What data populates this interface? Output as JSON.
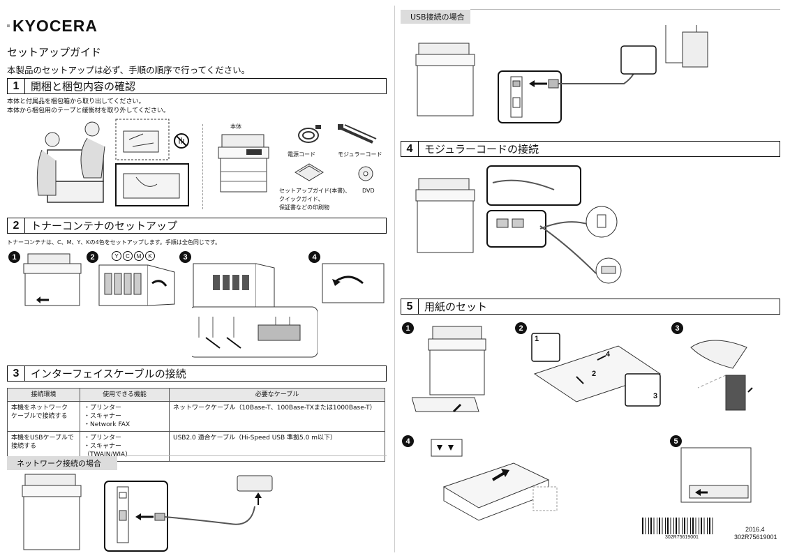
{
  "brand": {
    "name": "KYOCERA"
  },
  "header": {
    "title": "セットアップガイド",
    "intro": "本製品のセットアップは必ず、手順の順序で行ってください。"
  },
  "sections": {
    "s1": {
      "num": "1",
      "title": "開梱と梱包内容の確認",
      "lines": [
        "本体と付属品を梱包箱から取り出してください。",
        "本体から梱包用のテープと緩衝材を取り外してください。"
      ],
      "items": {
        "body": "本体",
        "power_cord": "電源コード",
        "modular_cord": "モジュラーコード",
        "docs": [
          "セットアップガイド(本書)、",
          "クイックガイド、",
          "保証書などの印刷物"
        ],
        "dvd": "DVD"
      }
    },
    "s2": {
      "num": "2",
      "title": "トナーコンテナのセットアップ",
      "desc": "トナーコンテナは、C、M、Y、Kの4色をセットアップします。手順は全色同じです。",
      "steps": [
        "1",
        "2",
        "3",
        "4"
      ],
      "colors": [
        "Y",
        "C",
        "M",
        "K"
      ]
    },
    "s3": {
      "num": "3",
      "title": "インターフェイスケーブルの接続",
      "table": {
        "headers": [
          "接続環境",
          "使用できる機能",
          "必要なケーブル"
        ],
        "rows": [
          {
            "env": [
              "本機をネットワーク",
              "ケーブルで接続する"
            ],
            "funcs": [
              "・プリンター",
              "・スキャナー",
              "・Network FAX"
            ],
            "cable": "ネットワークケーブル（10Base-T、100Base-TXまたは1000Base-T）"
          },
          {
            "env": [
              "本機をUSBケーブルで",
              "接続する"
            ],
            "funcs": [
              "・プリンター",
              "・スキャナー（TWAIN/WIA）"
            ],
            "cable": "USB2.0 適合ケーブル（Hi-Speed USB 準拠5.0 m以下）"
          }
        ]
      },
      "network_sub": "ネットワーク接続の場合",
      "usb_sub": "USB接続の場合"
    },
    "s4": {
      "num": "4",
      "title": "モジュラーコードの接続"
    },
    "s5": {
      "num": "5",
      "title": "用紙のセット",
      "steps": [
        "1",
        "2",
        "3",
        "4",
        "5"
      ],
      "callouts": [
        "1",
        "2",
        "3",
        "4"
      ]
    }
  },
  "footer": {
    "date": "2016.4",
    "code": "302R75619001",
    "barcode_text": "302R75619001"
  }
}
